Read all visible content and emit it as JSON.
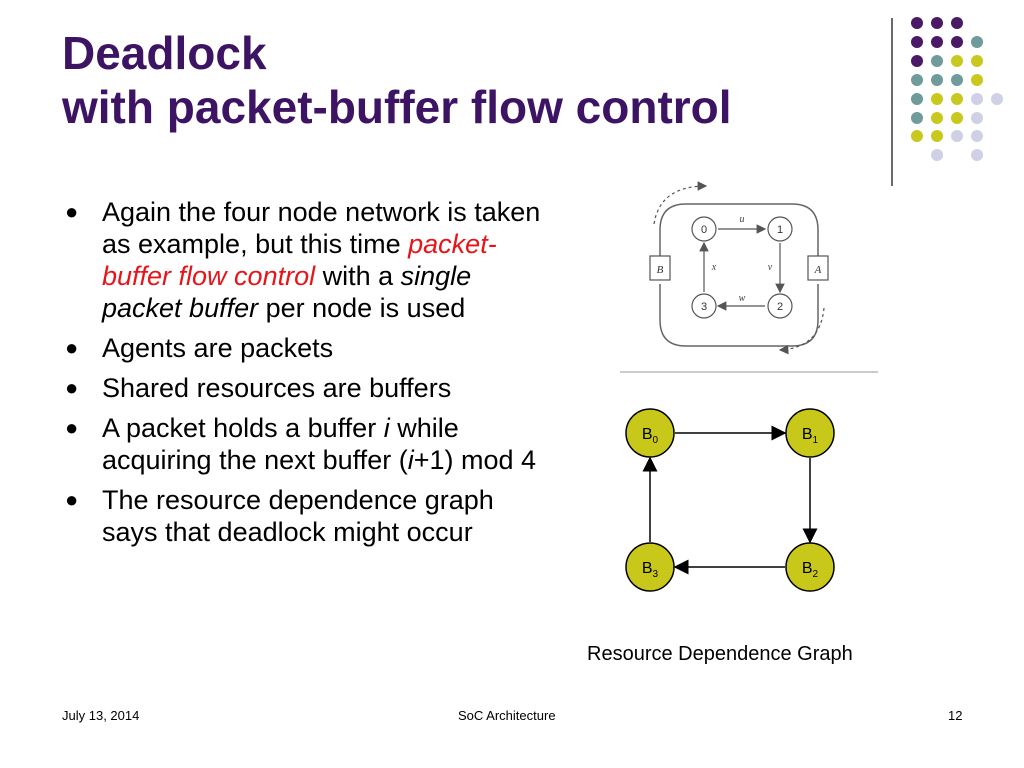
{
  "slide": {
    "title_line1": "Deadlock",
    "title_line2": "with packet-buffer flow control",
    "bullets": {
      "b1": {
        "part1": "Again the four node network is taken as example, but this time ",
        "part2": "packet-buffer flow control",
        "part3": " with a ",
        "part4": "single packet buffer",
        "part5": " per node is used"
      },
      "b2": "Agents are packets",
      "b3": "Shared resources are buffers",
      "b4": {
        "part1": "A packet holds a buffer ",
        "part2": "i",
        "part3": " while acquiring the next buffer (",
        "part4": "i",
        "part5": "+1) mod 4"
      },
      "b5": "The resource dependence graph says that deadlock might occur"
    },
    "network_figure": {
      "nodes": [
        "0",
        "1",
        "2",
        "3"
      ],
      "edge_labels": [
        "u",
        "v",
        "w",
        "x"
      ],
      "agents": [
        "A",
        "B"
      ]
    },
    "rdg": {
      "nodes": [
        {
          "label": "B",
          "sub": "0"
        },
        {
          "label": "B",
          "sub": "1"
        },
        {
          "label": "B",
          "sub": "2"
        },
        {
          "label": "B",
          "sub": "3"
        }
      ],
      "node_color": "#c8c81a"
    },
    "caption": "Resource Dependence Graph",
    "footer": {
      "date": "July 13, 2014",
      "center": "SoC Architecture",
      "page": "12"
    },
    "colors": {
      "title": "#3d1364",
      "emphasis": "#e8141a",
      "dot_purple": "#4b1a66",
      "dot_teal": "#6f9b9b",
      "dot_olive": "#c9c81e",
      "dot_lavender": "#cfcfe6"
    }
  }
}
